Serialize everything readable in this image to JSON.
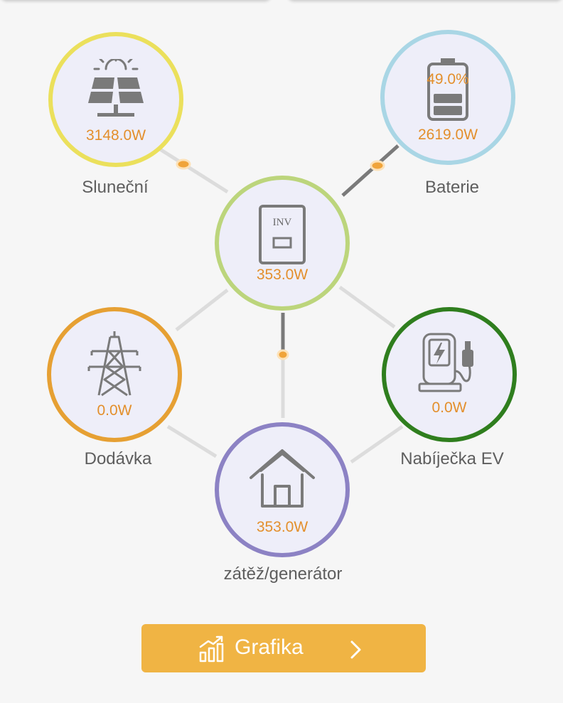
{
  "nodes": {
    "solar": {
      "label": "Sluneční",
      "value": "3148.0W",
      "color": "#ebe05c",
      "icon": "solar-panel-icon"
    },
    "battery": {
      "label": "Baterie",
      "value": "2619.0W",
      "soc": "49.0%",
      "color": "#a9d6e5",
      "icon": "battery-icon"
    },
    "inverter": {
      "value": "353.0W",
      "icon_text": "INV",
      "color": "#bcd57c",
      "icon": "inverter-icon"
    },
    "grid": {
      "label": "Dodávka",
      "value": "0.0W",
      "color": "#e6a033",
      "icon": "power-tower-icon"
    },
    "ev": {
      "label": "Nabíječka EV",
      "value": "0.0W",
      "color": "#2f7e1e",
      "icon": "ev-charger-icon"
    },
    "load": {
      "label": "zátěž/generátor",
      "value": "353.0W",
      "color": "#8c82c4",
      "icon": "house-icon"
    }
  },
  "flow": {
    "active_line_color": "#7a7a7a",
    "idle_line_color": "#dcdcdc",
    "dot_color": "#f0a43a"
  },
  "button": {
    "label": "Grafika",
    "icon": "chart-icon",
    "chevron": "chevron-right-icon",
    "color": "#f0b444"
  }
}
